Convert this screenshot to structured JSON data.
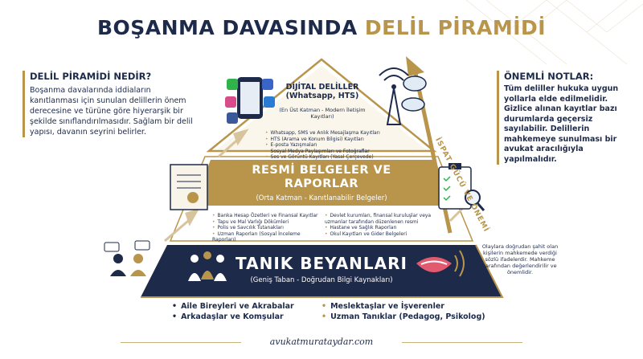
{
  "header": {
    "title_part1": "BOŞANMA DAVASINDA",
    "title_part2": "DELİL PİRAMİDİ"
  },
  "left_box": {
    "heading": "DELİL PİRAMİDİ NEDİR?",
    "body": "Boşanma davalarında iddiaların kanıtlanması için sunulan delillerin önem derecesine ve türüne göre hiyerarşik bir şekilde sınıflandırılmasıdır. Sağlam bir delil yapısı, davanın seyrini belirler."
  },
  "right_box": {
    "heading": "ÖNEMLİ NOTLAR:",
    "body": "Tüm deliller hukuka uygun yollarla elde edilmelidir. Gizlice alınan kayıtlar bazı durumlarda geçersiz sayılabilir. Delillerin mahkemeye sunulması bir avukat aracılığıyla yapılmalıdır."
  },
  "pyramid": {
    "top": {
      "title": "DİJİTAL DELİLLER (Whatsapp, HTS)",
      "subtitle": "(En Üst Katman - Modern İletişim Kayıtları)",
      "items": [
        "Whatsapp, SMS ve Anlık Mesajlaşma Kayıtları",
        "HTS (Arama ve Konum Bilgisi) Kayıtları",
        "E-posta Yazışmaları",
        "Sosyal Medya Paylaşımları ve Fotoğraflar",
        "Ses ve Görüntü Kayıtları (Yasal Çerçevede)"
      ]
    },
    "middle": {
      "title": "RESMİ BELGELER VE RAPORLAR",
      "subtitle": "(Orta Katman - Kanıtlanabilir Belgeler)",
      "items_left": [
        "Banka Hesap Özetleri ve Finansal Kayıtlar",
        "Tapu ve Mal Varlığı Dökümleri",
        "Polis ve Savcılık Tutanakları",
        "Uzman Raporları (Sosyal İnceleme Raporları)"
      ],
      "items_right": [
        "Devlet kurumları, finansal kuruluşlar veya uzmanlar tarafından düzenlenen resmi",
        "Hastane ve Sağlık Raporları",
        "Okul Kayıtları ve Gider Belgeleri"
      ]
    },
    "bottom": {
      "title": "TANIK BEYANLARI",
      "subtitle": "(Geniş Taban - Doğrudan Bilgi Kaynakları)",
      "items_left": [
        "Aile Bireyleri ve Akrabalar",
        "Arkadaşlar ve Komşular"
      ],
      "items_right": [
        "Meslektaşlar ve İşverenler",
        "Uzman Tanıklar (Pedagog, Psikolog)"
      ]
    }
  },
  "side_note": "Olaylara doğrudan şahit olan kişilerin mahkemede verdiği sözlü ifadelerdir. Mahkeme tarafından değerlendirilir ve önemlidir.",
  "arrow_label": "İSPAT GÜCÜ VE ÖNEMİ",
  "footer": "avukatmurataydar.com",
  "colors": {
    "navy": "#1d2a4a",
    "gold": "#b8954a",
    "light_gold": "#d8c49a"
  }
}
